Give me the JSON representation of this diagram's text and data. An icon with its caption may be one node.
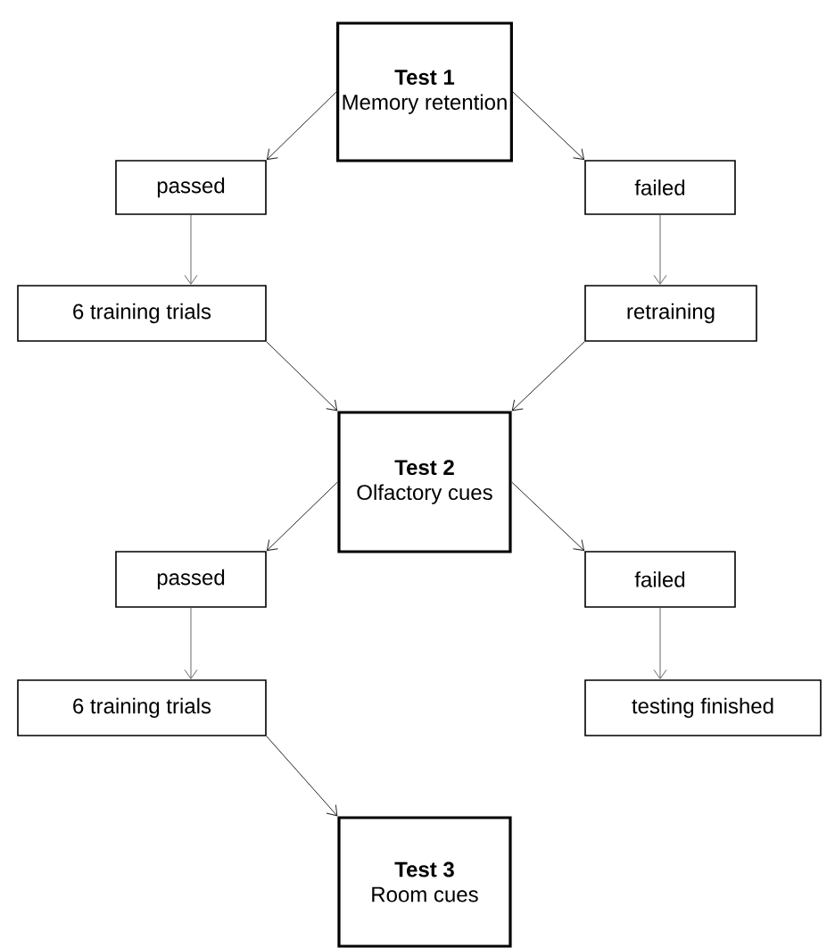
{
  "diagram": {
    "nodes": [
      {
        "text": [
          "Test 1",
          "Memory retention"
        ]
      },
      {
        "text": [
          "passed"
        ]
      },
      {
        "text": [
          "failed"
        ]
      },
      {
        "text": [
          "6 training trials"
        ]
      },
      {
        "text": [
          "retraining"
        ]
      },
      {
        "text": [
          "Test 2",
          "Olfactory cues"
        ]
      },
      {
        "text": [
          "passed"
        ]
      },
      {
        "text": [
          "failed"
        ]
      },
      {
        "text": [
          "6 training trials"
        ]
      },
      {
        "text": [
          "testing finished"
        ]
      },
      {
        "text": [
          "Test 3",
          "Room cues"
        ]
      }
    ],
    "edges": [
      {
        "from": 0,
        "to": 1,
        "arrow": "to"
      },
      {
        "from": 0,
        "to": 2,
        "arrow": "to"
      },
      {
        "from": 1,
        "to": 3,
        "arrow": "to"
      },
      {
        "from": 2,
        "to": 4,
        "arrow": "to"
      },
      {
        "from": 3,
        "to": 5,
        "arrow": "to"
      },
      {
        "from": 4,
        "to": 5,
        "arrow": "to"
      },
      {
        "from": 5,
        "to": 6,
        "arrow": "to"
      },
      {
        "from": 5,
        "to": 7,
        "arrow": "to"
      },
      {
        "from": 6,
        "to": 8,
        "arrow": "to"
      },
      {
        "from": 7,
        "to": 9,
        "arrow": "to"
      },
      {
        "from": 8,
        "to": 10,
        "arrow": "to"
      }
    ]
  }
}
